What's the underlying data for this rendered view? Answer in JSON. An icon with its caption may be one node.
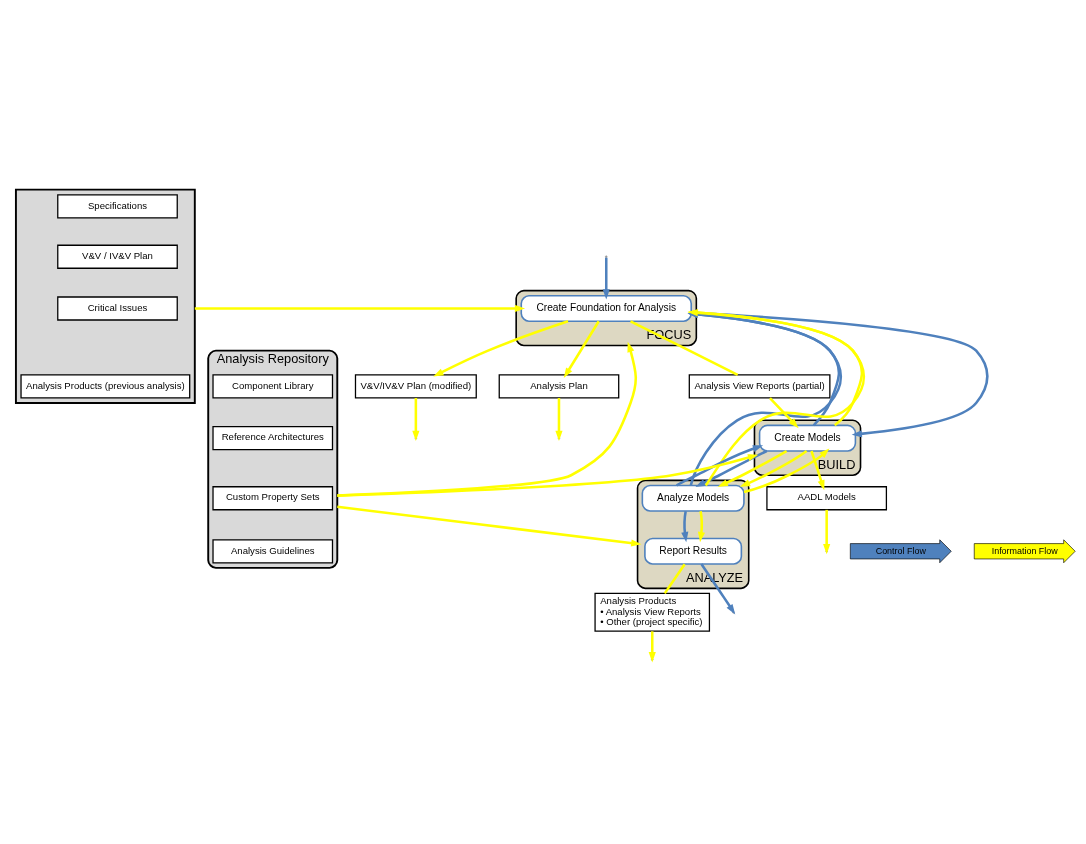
{
  "diagram": {
    "nodes": [
      {
        "text": [],
        "shape": "box"
      },
      {
        "text": [
          "Specifications"
        ],
        "in": 0
      },
      {
        "text": [
          "V&V / IV&V Plan"
        ],
        "in": 0
      },
      {
        "text": [
          "Critical Issues"
        ],
        "in": 0
      },
      {
        "text": [
          "Analysis Products (previous analysis)"
        ],
        "in": 0
      },
      {
        "text": [
          "FOCUS"
        ]
      },
      {
        "text": [
          "Create Foundation for Analysis"
        ],
        "in": 5
      },
      {
        "text": [
          "BUILD"
        ]
      },
      {
        "text": [
          "Create Models"
        ],
        "in": 7
      },
      {
        "text": [
          "ANALYZE"
        ]
      },
      {
        "text": [
          "Analyze Models"
        ],
        "in": 9
      },
      {
        "text": [
          "Report Results"
        ],
        "in": 9
      },
      {
        "text": [
          "Analysis Repository"
        ]
      },
      {
        "text": [
          "Component Library"
        ],
        "in": 12
      },
      {
        "text": [
          "Reference Architectures"
        ],
        "in": 12
      },
      {
        "text": [
          "Custom Property Sets"
        ],
        "in": 12
      },
      {
        "text": [
          "Analysis Guidelines"
        ],
        "in": 12
      },
      {
        "text": [
          "V&V/IV&V Plan (modified)"
        ]
      },
      {
        "text": [
          "Analysis Plan"
        ]
      },
      {
        "text": [
          "Analysis View Reports (partial)"
        ]
      },
      {
        "text": [
          "AADL Models"
        ]
      },
      {
        "text": [
          "Analysis Products",
          "• Analysis View Reports",
          "• Other (project specific)"
        ]
      }
    ],
    "edges": [
      {
        "from": null,
        "to": 6,
        "arrow": "to",
        "color": "#4f81bd"
      },
      {
        "from": 0,
        "to": 6,
        "arrow": "to"
      },
      {
        "from": 12,
        "to": 5,
        "arrow": "to"
      },
      {
        "from": 12,
        "to": 7,
        "arrow": "to"
      },
      {
        "from": 12,
        "to": 9,
        "arrow": "to"
      },
      {
        "from": 6,
        "to": 8,
        "arrow": "to",
        "color": "#4f81bd"
      },
      {
        "from": 6,
        "to": 17,
        "arrow": "to"
      },
      {
        "from": 17,
        "to": null,
        "arrow": "to"
      },
      {
        "from": 6,
        "to": 18,
        "arrow": "to"
      },
      {
        "from": 18,
        "to": null,
        "arrow": "to"
      },
      {
        "from": 6,
        "to": 19,
        "arrow": "none"
      },
      {
        "from": 19,
        "to": 8,
        "arrow": "to"
      },
      {
        "from": 8,
        "to": 6,
        "arrow": "to",
        "color": "#4f81bd"
      },
      {
        "from": 8,
        "to": 6,
        "arrow": "to"
      },
      {
        "from": 8,
        "to": 10,
        "arrow": "to",
        "color": "#4f81bd"
      },
      {
        "from": 8,
        "to": 10,
        "arrow": "to"
      },
      {
        "from": 8,
        "to": 10,
        "arrow": "to"
      },
      {
        "from": 8,
        "to": 20,
        "arrow": "to"
      },
      {
        "from": 20,
        "to": null,
        "arrow": "to"
      },
      {
        "from": 10,
        "to": 8,
        "arrow": "to",
        "color": "#4f81bd"
      },
      {
        "from": 10,
        "to": 8,
        "arrow": "to"
      },
      {
        "from": 10,
        "to": 6,
        "arrow": "to",
        "color": "#4f81bd"
      },
      {
        "from": 10,
        "to": 6,
        "arrow": "to"
      },
      {
        "from": 10,
        "to": 11,
        "arrow": "to",
        "color": "#4f81bd"
      },
      {
        "from": 10,
        "to": 11,
        "arrow": "to"
      },
      {
        "from": 11,
        "to": null,
        "arrow": "to",
        "color": "#4f81bd"
      },
      {
        "from": 11,
        "to": 21,
        "arrow": "none"
      },
      {
        "from": 21,
        "to": null,
        "arrow": "to"
      }
    ],
    "legend": [
      {
        "text": "Control Flow",
        "color": "#4f81bd"
      },
      {
        "text": "Information Flow",
        "color": "#ffff00"
      }
    ]
  }
}
